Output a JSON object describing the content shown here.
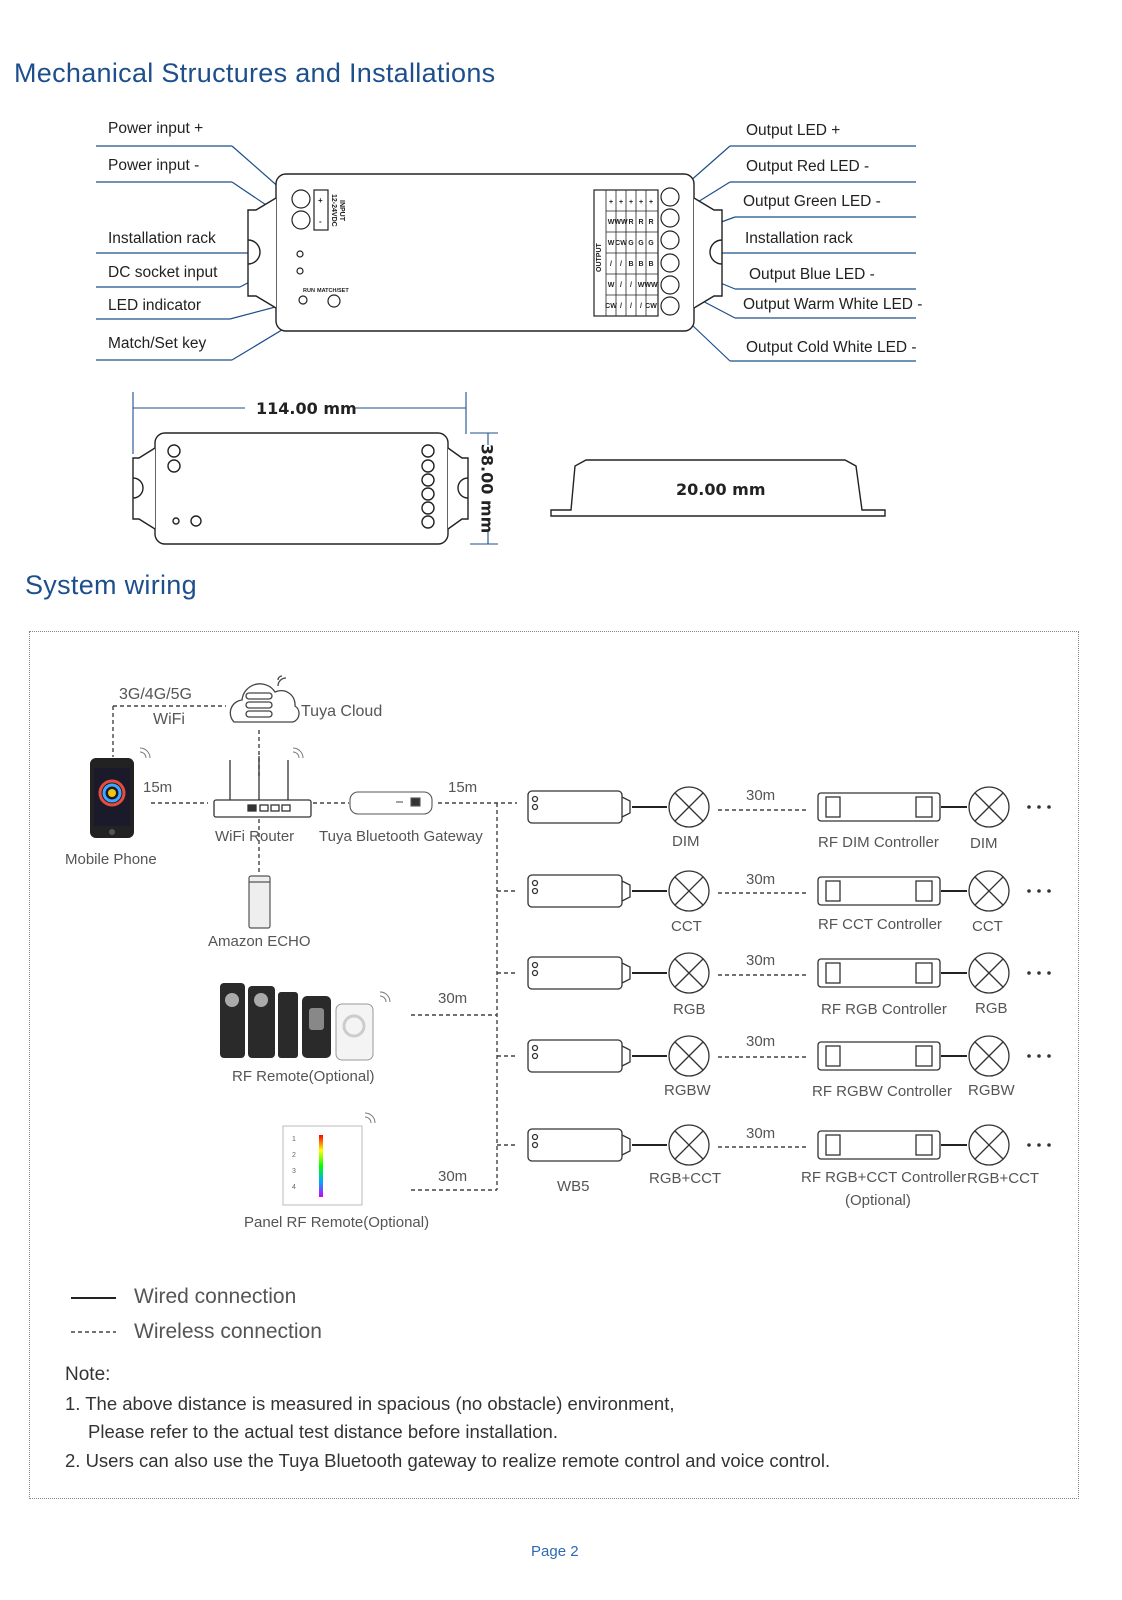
{
  "mechanical": {
    "title": "Mechanical Structures and Installations",
    "left_labels": [
      "Power input +",
      "Power input -",
      "Installation rack",
      "DC socket input",
      "LED indicator",
      "Match/Set key"
    ],
    "right_labels": [
      "Output LED +",
      "Output Red LED -",
      "Output Green LED -",
      "Installation rack",
      "Output Blue LED -",
      "Output Warm White LED -",
      "Output Cold White LED -"
    ],
    "device_text": {
      "input_label": "INPUT",
      "input_voltage": "12-24VDC",
      "plus": "+",
      "minus": "-",
      "output_label": "OUTPUT",
      "run": "RUN",
      "match_set": "MATCH/SET"
    },
    "dims": {
      "length": "114.00 mm",
      "width": "38.00 mm",
      "height": "20.00 mm"
    }
  },
  "wiring": {
    "title": "System wiring",
    "cloud_network": "3G/4G/5G",
    "wifi": "WiFi",
    "tuya_cloud": "Tuya Cloud",
    "mobile_phone": "Mobile Phone",
    "wifi_router": "WiFi Router",
    "gateway": "Tuya Bluetooth Gateway",
    "amazon_echo": "Amazon ECHO",
    "rf_remote": "RF Remote(Optional)",
    "panel_remote": "Panel RF Remote(Optional)",
    "dist_phone_router": "15m",
    "dist_gateway": "15m",
    "dist_remote": "30m",
    "dist_panel": "30m",
    "wb5": "WB5",
    "rows": [
      {
        "load": "DIM",
        "distance": "30m",
        "controller": "RF DIM Controller",
        "load2": "DIM"
      },
      {
        "load": "CCT",
        "distance": "30m",
        "controller": "RF CCT Controller",
        "load2": "CCT"
      },
      {
        "load": "RGB",
        "distance": "30m",
        "controller": "RF RGB Controller",
        "load2": "RGB"
      },
      {
        "load": "RGBW",
        "distance": "30m",
        "controller": "RF RGBW Controller",
        "load2": "RGBW"
      },
      {
        "load": "RGB+CCT",
        "distance": "30m",
        "controller": "RF RGB+CCT Controller",
        "controller_note": "(Optional)",
        "load2": "RGB+CCT"
      }
    ],
    "legend": {
      "wired": "Wired connection",
      "wireless": "Wireless connection"
    },
    "note_title": "Note:",
    "notes": [
      "1. The above distance is measured in spacious (no obstacle) environment,",
      "Please refer to the actual test distance before installation.",
      "2. Users can also use the Tuya Bluetooth gateway to realize remote control and voice control."
    ]
  },
  "footer": {
    "page": "Page 2"
  }
}
